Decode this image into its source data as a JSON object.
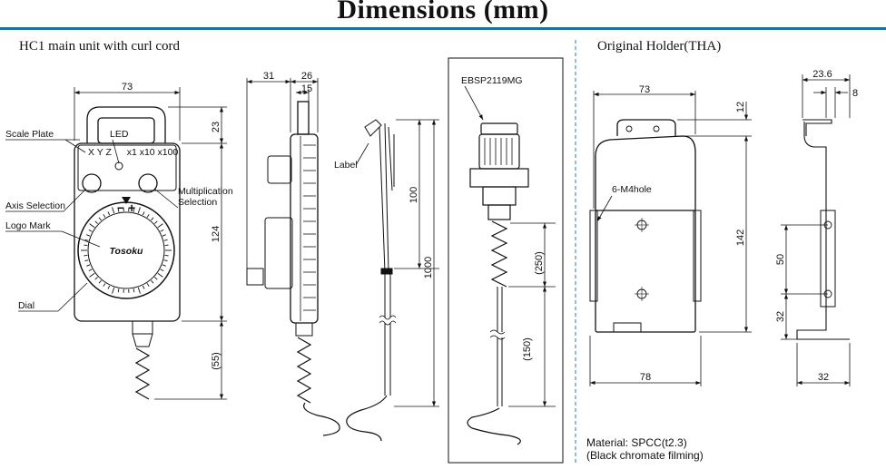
{
  "header": {
    "title": "Dimensions (mm)"
  },
  "sections": {
    "main_unit": "HC1 main unit with curl cord",
    "holder": "Original Holder(THA)"
  },
  "labels": {
    "scale_plate": "Scale Plate",
    "led": "LED",
    "axis_selection": "Axis Selection",
    "multiplication_selection_1": "Multiplication",
    "multiplication_selection_2": "Selection",
    "logo_mark": "Logo Mark",
    "dial": "Dial",
    "label": "Label",
    "connector": "EBSP2119MG",
    "holes": "6-M4hole",
    "axis_letters": "X  Y  Z",
    "mult_values": "x1  x10  x100",
    "dial_logo": "Tosoku"
  },
  "dimensions": {
    "front_width": "73",
    "front_top": "23",
    "front_body": "124",
    "front_cord": "(55)",
    "side_31": "31",
    "side_26": "26",
    "side_15": "15",
    "cable_100": "100",
    "cable_1000": "1000",
    "conn_250": "(250)",
    "conn_150": "(150)",
    "holder_width": "73",
    "holder_12": "12",
    "holder_142": "142",
    "holder_bottom": "78",
    "holder_side_23_6": "23.6",
    "holder_side_8": "8",
    "holder_side_50": "50",
    "holder_side_32v": "32",
    "holder_side_32h": "32"
  },
  "material": {
    "line1": "Material: SPCC(t2.3)",
    "line2": "(Black chromate filming)"
  },
  "colors": {
    "accent_rule": "#1f6fa0",
    "separator": "#4a90c8"
  }
}
